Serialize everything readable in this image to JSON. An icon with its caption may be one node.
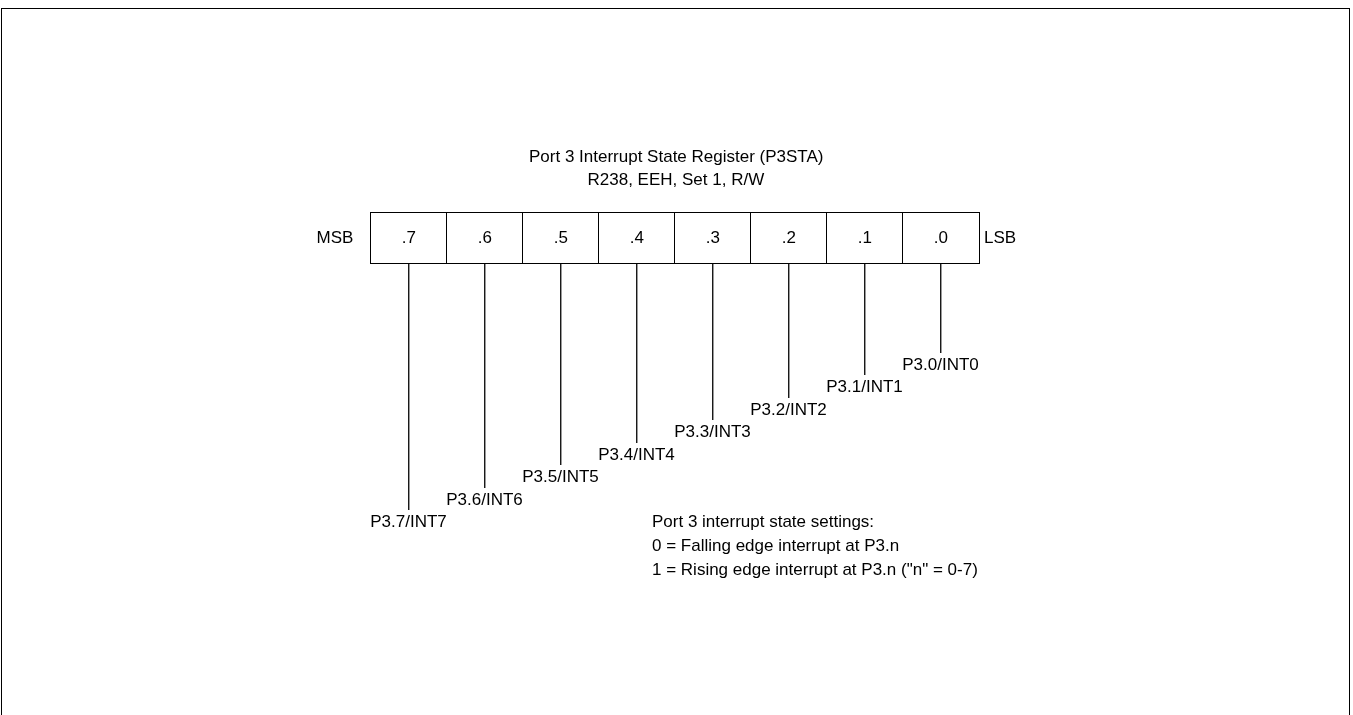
{
  "diagram": {
    "title": "Port 3 Interrupt State Register (P3STA)",
    "nodes": [
      {
        "text": [
          ".7"
        ]
      },
      {
        "text": [
          ".6"
        ]
      },
      {
        "text": [
          ".5"
        ]
      },
      {
        "text": [
          ".4"
        ]
      },
      {
        "text": [
          ".3"
        ]
      },
      {
        "text": [
          ".2"
        ]
      },
      {
        "text": [
          ".1"
        ]
      },
      {
        "text": [
          ".0"
        ]
      },
      {
        "text": [
          "P3.7/INT7"
        ]
      },
      {
        "text": [
          "P3.6/INT6"
        ]
      },
      {
        "text": [
          "P3.5/INT5"
        ]
      },
      {
        "text": [
          "P3.4/INT4"
        ]
      },
      {
        "text": [
          "P3.3/INT3"
        ]
      },
      {
        "text": [
          "P3.2/INT2"
        ]
      },
      {
        "text": [
          "P3.1/INT1"
        ]
      },
      {
        "text": [
          "P3.0/INT0"
        ]
      }
    ],
    "edges": [
      {
        "from": 0,
        "to": 8,
        "arrow": "none"
      },
      {
        "from": 1,
        "to": 9,
        "arrow": "none"
      },
      {
        "from": 2,
        "to": 10,
        "arrow": "none"
      },
      {
        "from": 3,
        "to": 11,
        "arrow": "none"
      },
      {
        "from": 4,
        "to": 12,
        "arrow": "none"
      },
      {
        "from": 5,
        "to": 13,
        "arrow": "none"
      },
      {
        "from": 6,
        "to": 14,
        "arrow": "none"
      },
      {
        "from": 7,
        "to": 15,
        "arrow": "none"
      }
    ],
    "labels": [
      "R238, EEH, Set 1, R/W",
      "MSB",
      "LSB",
      "Port 3 interrupt state settings:",
      "0 = Falling edge interrupt at P3.n",
      "1 = Rising edge interrupt at P3.n (\"n\" = 0-7)"
    ]
  }
}
